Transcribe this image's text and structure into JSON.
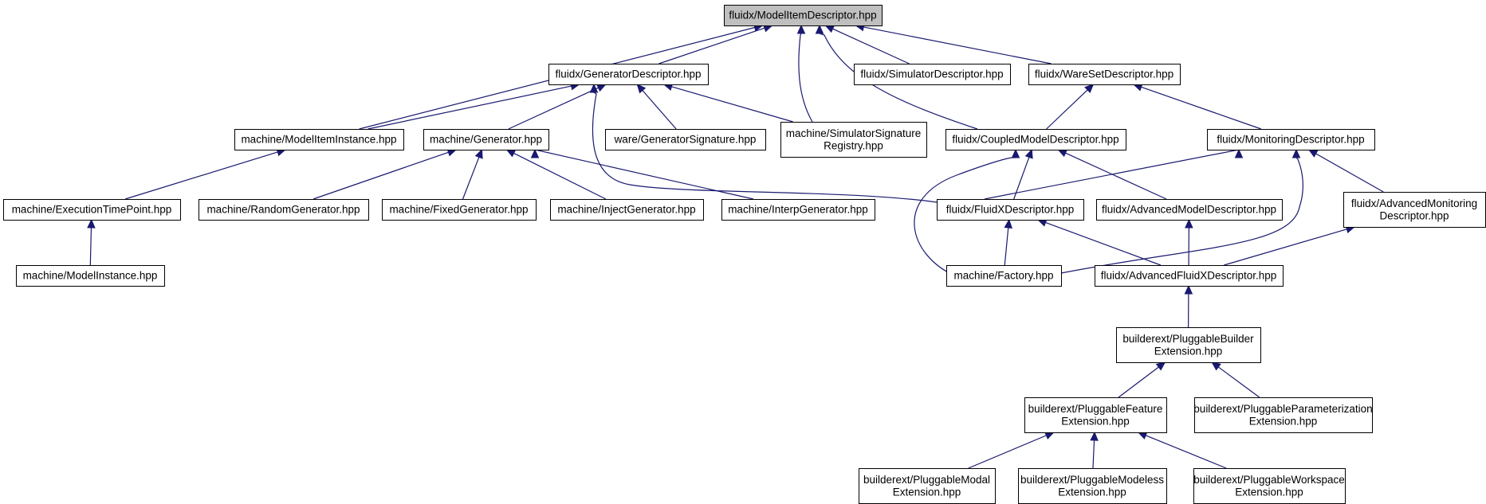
{
  "diagram": {
    "title": "fluidx/ModelItemDescriptor.hpp",
    "colors": {
      "edge": "#191970",
      "root_fill": "#bfbfbf",
      "node_fill": "#ffffff",
      "border": "#000000"
    },
    "nodes": [
      {
        "id": "root",
        "lines": [
          "fluidx/ModelItemDescriptor.hpp"
        ],
        "highlight": true
      },
      {
        "id": "gendesc",
        "lines": [
          "fluidx/GeneratorDescriptor.hpp"
        ]
      },
      {
        "id": "simdesc",
        "lines": [
          "fluidx/SimulatorDescriptor.hpp"
        ]
      },
      {
        "id": "waresetdesc",
        "lines": [
          "fluidx/WareSetDescriptor.hpp"
        ]
      },
      {
        "id": "miinstance",
        "lines": [
          "machine/ModelItemInstance.hpp"
        ]
      },
      {
        "id": "generator",
        "lines": [
          "machine/Generator.hpp"
        ]
      },
      {
        "id": "gensig",
        "lines": [
          "ware/GeneratorSignature.hpp"
        ]
      },
      {
        "id": "simsigreg",
        "lines": [
          "machine/SimulatorSignature",
          "Registry.hpp"
        ]
      },
      {
        "id": "coupled",
        "lines": [
          "fluidx/CoupledModelDescriptor.hpp"
        ]
      },
      {
        "id": "monitoring",
        "lines": [
          "fluidx/MonitoringDescriptor.hpp"
        ]
      },
      {
        "id": "exectime",
        "lines": [
          "machine/ExecutionTimePoint.hpp"
        ]
      },
      {
        "id": "randomgen",
        "lines": [
          "machine/RandomGenerator.hpp"
        ]
      },
      {
        "id": "fixedgen",
        "lines": [
          "machine/FixedGenerator.hpp"
        ]
      },
      {
        "id": "injectgen",
        "lines": [
          "machine/InjectGenerator.hpp"
        ]
      },
      {
        "id": "interpgen",
        "lines": [
          "machine/InterpGenerator.hpp"
        ]
      },
      {
        "id": "fluidxdesc",
        "lines": [
          "fluidx/FluidXDescriptor.hpp"
        ]
      },
      {
        "id": "advmodel",
        "lines": [
          "fluidx/AdvancedModelDescriptor.hpp"
        ]
      },
      {
        "id": "advmon",
        "lines": [
          "fluidx/AdvancedMonitoring",
          "Descriptor.hpp"
        ]
      },
      {
        "id": "modelinstance",
        "lines": [
          "machine/ModelInstance.hpp"
        ]
      },
      {
        "id": "factory",
        "lines": [
          "machine/Factory.hpp"
        ]
      },
      {
        "id": "advfluidx",
        "lines": [
          "fluidx/AdvancedFluidXDescriptor.hpp"
        ]
      },
      {
        "id": "pbuilder",
        "lines": [
          "builderext/PluggableBuilder",
          "Extension.hpp"
        ]
      },
      {
        "id": "pfeature",
        "lines": [
          "builderext/PluggableFeature",
          "Extension.hpp"
        ]
      },
      {
        "id": "pparam",
        "lines": [
          "builderext/PluggableParameterization",
          "Extension.hpp"
        ]
      },
      {
        "id": "pmodal",
        "lines": [
          "builderext/PluggableModal",
          "Extension.hpp"
        ]
      },
      {
        "id": "pmodeless",
        "lines": [
          "builderext/PluggableModeless",
          "Extension.hpp"
        ]
      },
      {
        "id": "pworkspace",
        "lines": [
          "builderext/PluggableWorkspace",
          "Extension.hpp"
        ]
      }
    ],
    "edges": [
      {
        "from": "gendesc",
        "to": "root"
      },
      {
        "from": "simdesc",
        "to": "root"
      },
      {
        "from": "waresetdesc",
        "to": "root"
      },
      {
        "from": "miinstance",
        "to": "root"
      },
      {
        "from": "simsigreg",
        "to": "root"
      },
      {
        "from": "coupled",
        "to": "root"
      },
      {
        "from": "miinstance",
        "to": "gendesc"
      },
      {
        "from": "generator",
        "to": "gendesc"
      },
      {
        "from": "gensig",
        "to": "gendesc"
      },
      {
        "from": "simsigreg",
        "to": "gendesc"
      },
      {
        "from": "fluidxdesc",
        "to": "gendesc"
      },
      {
        "from": "coupled",
        "to": "waresetdesc"
      },
      {
        "from": "monitoring",
        "to": "waresetdesc"
      },
      {
        "from": "exectime",
        "to": "miinstance"
      },
      {
        "from": "modelinstance",
        "to": "exectime"
      },
      {
        "from": "randomgen",
        "to": "generator"
      },
      {
        "from": "fixedgen",
        "to": "generator"
      },
      {
        "from": "injectgen",
        "to": "generator"
      },
      {
        "from": "interpgen",
        "to": "generator"
      },
      {
        "from": "fluidxdesc",
        "to": "coupled"
      },
      {
        "from": "advmodel",
        "to": "coupled"
      },
      {
        "from": "factory",
        "to": "coupled"
      },
      {
        "from": "fluidxdesc",
        "to": "monitoring"
      },
      {
        "from": "advmon",
        "to": "monitoring"
      },
      {
        "from": "factory",
        "to": "monitoring"
      },
      {
        "from": "factory",
        "to": "fluidxdesc"
      },
      {
        "from": "advfluidx",
        "to": "fluidxdesc"
      },
      {
        "from": "advfluidx",
        "to": "advmodel"
      },
      {
        "from": "advfluidx",
        "to": "advmon"
      },
      {
        "from": "pbuilder",
        "to": "advfluidx"
      },
      {
        "from": "pfeature",
        "to": "pbuilder"
      },
      {
        "from": "pparam",
        "to": "pbuilder"
      },
      {
        "from": "pmodal",
        "to": "pfeature"
      },
      {
        "from": "pmodeless",
        "to": "pfeature"
      },
      {
        "from": "pworkspace",
        "to": "pfeature"
      }
    ]
  }
}
